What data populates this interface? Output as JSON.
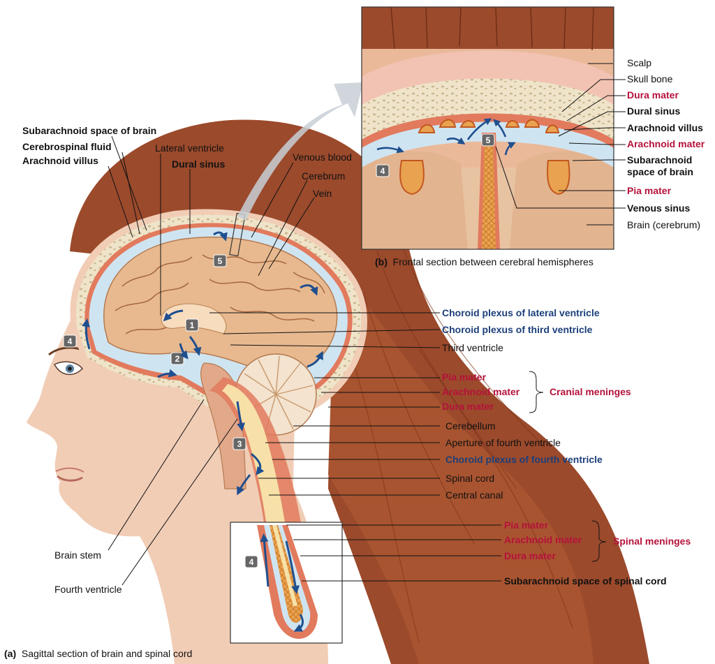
{
  "colors": {
    "red_label": "#b5123a",
    "blue_label": "#1c3f7a",
    "hair": "#9b4a2c",
    "skin": "#f1cdb6",
    "brain": "#e8b98f",
    "bone": "#efe4c9",
    "csf": "#cfe4f1",
    "arrow": "#1f4f8f"
  },
  "caption_a": {
    "letter": "(a)",
    "text": "Sagittal section of brain and spinal cord"
  },
  "caption_b": {
    "letter": "(b)",
    "text": "Frontal section between cerebral hemispheres"
  },
  "labels_left": {
    "subarachnoid_brain": "Subarachnoid space of brain",
    "csf": "Cerebrospinal fluid",
    "arachnoid_villus": "Arachnoid villus",
    "lateral_ventricle": "Lateral ventricle",
    "dural_sinus": "Dural sinus",
    "venous_blood": "Venous blood",
    "cerebrum": "Cerebrum",
    "vein": "Vein",
    "brain_stem": "Brain stem",
    "fourth_ventricle": "Fourth ventricle"
  },
  "labels_b": {
    "scalp": "Scalp",
    "skull_bone": "Skull bone",
    "dura_mater": "Dura mater",
    "dural_sinus": "Dural sinus",
    "arachnoid_villus": "Arachnoid villus",
    "arachnoid_mater": "Arachnoid mater",
    "subarachnoid_l1": "Subarachnoid",
    "subarachnoid_l2": "space of brain",
    "pia_mater": "Pia mater",
    "venous_sinus": "Venous sinus",
    "brain_cerebrum": "Brain (cerebrum)"
  },
  "labels_right": {
    "choroid_lateral": "Choroid plexus of lateral ventricle",
    "choroid_third": "Choroid plexus of third ventricle",
    "third_ventricle": "Third ventricle",
    "pia_mater": "Pia mater",
    "arachnoid_mater": "Arachnoid mater",
    "dura_mater": "Dura mater",
    "cranial_meninges": "Cranial meninges",
    "cerebellum": "Cerebellum",
    "aperture_fourth": "Aperture of fourth ventricle",
    "choroid_fourth": "Choroid plexus of fourth ventricle",
    "spinal_cord": "Spinal cord",
    "central_canal": "Central canal",
    "spinal_pia": "Pia mater",
    "spinal_arachnoid": "Arachnoid mater",
    "spinal_dura": "Dura mater",
    "spinal_meninges": "Spinal meninges",
    "subarachnoid_spinal": "Subarachnoid space of spinal cord"
  },
  "step_markers": [
    "1",
    "2",
    "3",
    "4",
    "5"
  ]
}
